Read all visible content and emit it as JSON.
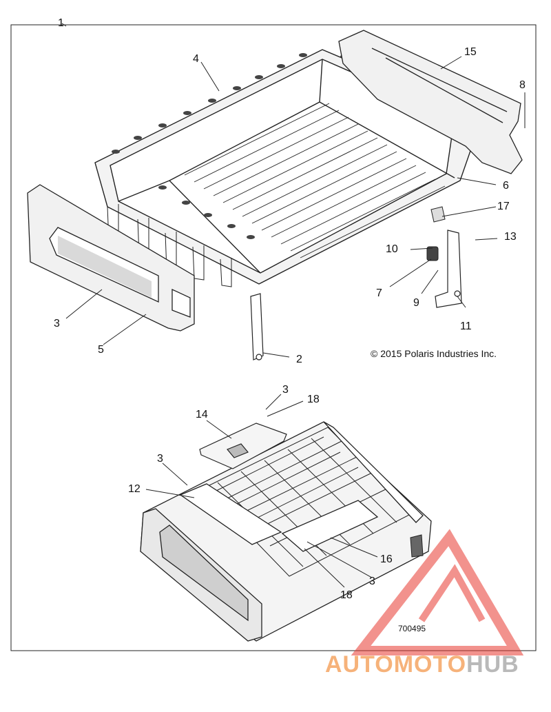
{
  "diagram": {
    "callouts": {
      "c1": "1",
      "c4": "4",
      "c15": "15",
      "c8": "8",
      "c6": "6",
      "c17": "17",
      "c10": "10",
      "c13": "13",
      "c7": "7",
      "c9": "9",
      "c11": "11",
      "c3a": "3",
      "c5": "5",
      "c2": "2",
      "c3b": "3",
      "c18a": "18",
      "c14": "14",
      "c3c": "3",
      "c12": "12",
      "c16": "16",
      "c3d": "3",
      "c18b": "18"
    },
    "copyright": "© 2015 Polaris Industries Inc.",
    "drawing_number": "700495"
  },
  "watermark": {
    "text_part1": "AUTOMOTO",
    "text_part2": "HUB",
    "color_part1": "#f6b27a",
    "color_part2": "#b9b9b9",
    "logo_color": "#e8392f"
  }
}
